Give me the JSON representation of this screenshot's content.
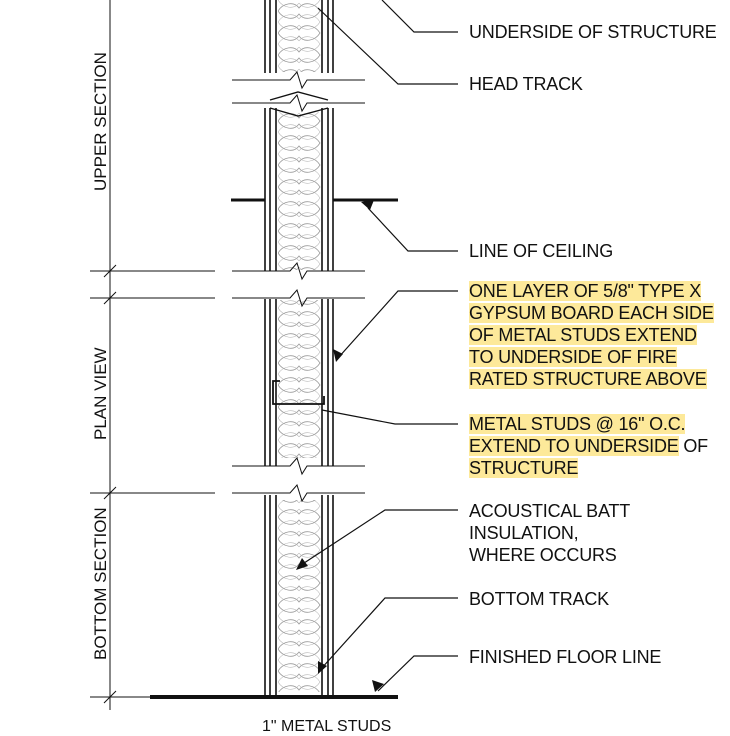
{
  "section_labels": {
    "upper": "UPPER SECTION",
    "plan": "PLAN VIEW",
    "bottom": "BOTTOM SECTION"
  },
  "callouts": {
    "underside_of_structure": "UNDERSIDE OF STRUCTURE",
    "head_track": "HEAD TRACK",
    "line_of_ceiling": "LINE OF CEILING",
    "gypsum": [
      "ONE LAYER OF 5/8\" TYPE X",
      "GYPSUM BOARD EACH SIDE",
      "OF METAL STUDS EXTEND",
      "TO UNDERSIDE OF FIRE",
      "RATED STRUCTURE ABOVE"
    ],
    "studs_line1": "METAL STUDS @ 16\" O.C.",
    "studs_line2_highlighted": "EXTEND TO UNDERSIDE",
    "studs_line2_rest": " OF",
    "studs_line3": "STRUCTURE",
    "insulation": [
      "ACOUSTICAL BATT",
      "INSULATION,",
      "WHERE OCCURS"
    ],
    "bottom_track": "BOTTOM TRACK",
    "finished_floor": "FINISHED FLOOR LINE"
  },
  "bottom_cut_label": "1\" METAL STUDS",
  "colors": {
    "highlight": "#fde99a",
    "ink": "#111111"
  }
}
